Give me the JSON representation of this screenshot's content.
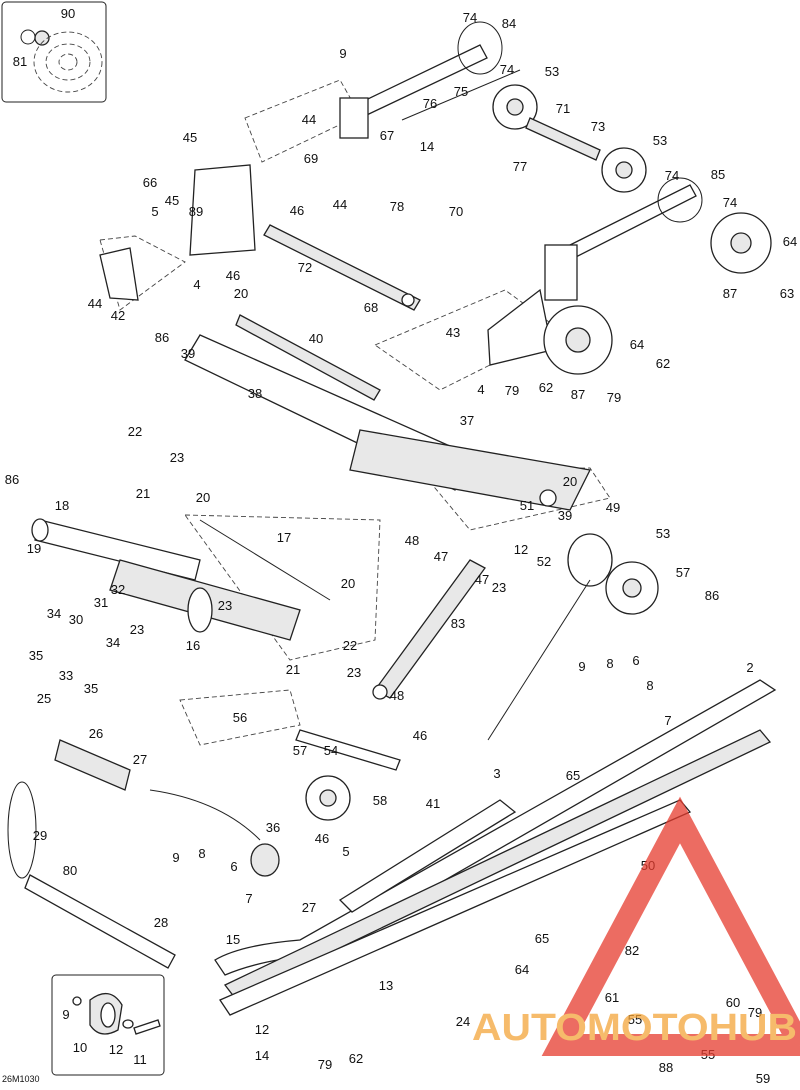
{
  "diagram": {
    "drawing_code": "26M1030",
    "watermark_text": "AUTOMOTOHUB",
    "watermark_colors": {
      "triangle": "#e63b2e",
      "text_orange": "#f4a53a",
      "text_dark": "#888888"
    },
    "labels": [
      {
        "id": "l90",
        "text": "90"
      },
      {
        "id": "l81",
        "text": "81"
      },
      {
        "id": "l74a",
        "text": "74"
      },
      {
        "id": "l84",
        "text": "84"
      },
      {
        "id": "l9a",
        "text": "9"
      },
      {
        "id": "l74b",
        "text": "74"
      },
      {
        "id": "l53a",
        "text": "53"
      },
      {
        "id": "l75",
        "text": "75"
      },
      {
        "id": "l76",
        "text": "76"
      },
      {
        "id": "l71",
        "text": "71"
      },
      {
        "id": "l44a",
        "text": "44"
      },
      {
        "id": "l67",
        "text": "67"
      },
      {
        "id": "l73",
        "text": "73"
      },
      {
        "id": "l14a",
        "text": "14"
      },
      {
        "id": "l53b",
        "text": "53"
      },
      {
        "id": "l45a",
        "text": "45"
      },
      {
        "id": "l69",
        "text": "69"
      },
      {
        "id": "l77",
        "text": "77"
      },
      {
        "id": "l74c",
        "text": "74"
      },
      {
        "id": "l85",
        "text": "85"
      },
      {
        "id": "l66",
        "text": "66"
      },
      {
        "id": "l45b",
        "text": "45"
      },
      {
        "id": "l89",
        "text": "89"
      },
      {
        "id": "l46a",
        "text": "46"
      },
      {
        "id": "l44b",
        "text": "44"
      },
      {
        "id": "l78",
        "text": "78"
      },
      {
        "id": "l70",
        "text": "70"
      },
      {
        "id": "l5a",
        "text": "5"
      },
      {
        "id": "l74d",
        "text": "74"
      },
      {
        "id": "l64a",
        "text": "64"
      },
      {
        "id": "l46b",
        "text": "46"
      },
      {
        "id": "l72",
        "text": "72"
      },
      {
        "id": "l4a",
        "text": "4"
      },
      {
        "id": "l87a",
        "text": "87"
      },
      {
        "id": "l63",
        "text": "63"
      },
      {
        "id": "l44c",
        "text": "44"
      },
      {
        "id": "l20a",
        "text": "20"
      },
      {
        "id": "l68",
        "text": "68"
      },
      {
        "id": "l42",
        "text": "42"
      },
      {
        "id": "l86a",
        "text": "86"
      },
      {
        "id": "l40",
        "text": "40"
      },
      {
        "id": "l43",
        "text": "43"
      },
      {
        "id": "l64b",
        "text": "64"
      },
      {
        "id": "l39a",
        "text": "39"
      },
      {
        "id": "l62a",
        "text": "62"
      },
      {
        "id": "l38",
        "text": "38"
      },
      {
        "id": "l79a",
        "text": "79"
      },
      {
        "id": "l62b",
        "text": "62"
      },
      {
        "id": "l4b",
        "text": "4"
      },
      {
        "id": "l87b",
        "text": "87"
      },
      {
        "id": "l79b",
        "text": "79"
      },
      {
        "id": "l37",
        "text": "37"
      },
      {
        "id": "l22a",
        "text": "22"
      },
      {
        "id": "l23a",
        "text": "23"
      },
      {
        "id": "l21a",
        "text": "21"
      },
      {
        "id": "l86b",
        "text": "86"
      },
      {
        "id": "l18",
        "text": "18"
      },
      {
        "id": "l20b",
        "text": "20"
      },
      {
        "id": "l20c",
        "text": "20"
      },
      {
        "id": "l51",
        "text": "51"
      },
      {
        "id": "l49",
        "text": "49"
      },
      {
        "id": "l19",
        "text": "19"
      },
      {
        "id": "l39b",
        "text": "39"
      },
      {
        "id": "l48a",
        "text": "48"
      },
      {
        "id": "l53c",
        "text": "53"
      },
      {
        "id": "l17",
        "text": "17"
      },
      {
        "id": "l47a",
        "text": "47"
      },
      {
        "id": "l12a",
        "text": "12"
      },
      {
        "id": "l47b",
        "text": "47"
      },
      {
        "id": "l52",
        "text": "52"
      },
      {
        "id": "l57a",
        "text": "57"
      },
      {
        "id": "l23b",
        "text": "23"
      },
      {
        "id": "l86c",
        "text": "86"
      },
      {
        "id": "l20d",
        "text": "20"
      },
      {
        "id": "l32",
        "text": "32"
      },
      {
        "id": "l34a",
        "text": "34"
      },
      {
        "id": "l31",
        "text": "31"
      },
      {
        "id": "l30",
        "text": "30"
      },
      {
        "id": "l23c",
        "text": "23"
      },
      {
        "id": "l23d",
        "text": "23"
      },
      {
        "id": "l83",
        "text": "83"
      },
      {
        "id": "l34b",
        "text": "34"
      },
      {
        "id": "l22b",
        "text": "22"
      },
      {
        "id": "l35a",
        "text": "35"
      },
      {
        "id": "l16",
        "text": "16"
      },
      {
        "id": "l33",
        "text": "33"
      },
      {
        "id": "l21b",
        "text": "21"
      },
      {
        "id": "l35b",
        "text": "35"
      },
      {
        "id": "l9b",
        "text": "9"
      },
      {
        "id": "l8a",
        "text": "8"
      },
      {
        "id": "l6a",
        "text": "6"
      },
      {
        "id": "l2",
        "text": "2"
      },
      {
        "id": "l23e",
        "text": "23"
      },
      {
        "id": "l8b",
        "text": "8"
      },
      {
        "id": "l48b",
        "text": "48"
      },
      {
        "id": "l25",
        "text": "25"
      },
      {
        "id": "l7a",
        "text": "7"
      },
      {
        "id": "l56",
        "text": "56"
      },
      {
        "id": "l26",
        "text": "26"
      },
      {
        "id": "l46c",
        "text": "46"
      },
      {
        "id": "l57b",
        "text": "57"
      },
      {
        "id": "l54",
        "text": "54"
      },
      {
        "id": "l27a",
        "text": "27"
      },
      {
        "id": "l3",
        "text": "3"
      },
      {
        "id": "l65a",
        "text": "65"
      },
      {
        "id": "l41",
        "text": "41"
      },
      {
        "id": "l58",
        "text": "58"
      },
      {
        "id": "l29",
        "text": "29"
      },
      {
        "id": "l36",
        "text": "36"
      },
      {
        "id": "l46d",
        "text": "46"
      },
      {
        "id": "l9c",
        "text": "9"
      },
      {
        "id": "l8c",
        "text": "8"
      },
      {
        "id": "l5b",
        "text": "5"
      },
      {
        "id": "l50",
        "text": "50"
      },
      {
        "id": "l6b",
        "text": "6"
      },
      {
        "id": "l80",
        "text": "80"
      },
      {
        "id": "l7b",
        "text": "7"
      },
      {
        "id": "l27b",
        "text": "27"
      },
      {
        "id": "l65b",
        "text": "65"
      },
      {
        "id": "l28",
        "text": "28"
      },
      {
        "id": "l15",
        "text": "15"
      },
      {
        "id": "l82",
        "text": "82"
      },
      {
        "id": "l64c",
        "text": "64"
      },
      {
        "id": "l13",
        "text": "13"
      },
      {
        "id": "l61",
        "text": "61"
      },
      {
        "id": "l60",
        "text": "60"
      },
      {
        "id": "l79c",
        "text": "79"
      },
      {
        "id": "l55a",
        "text": "55"
      },
      {
        "id": "l9d",
        "text": "9"
      },
      {
        "id": "l24",
        "text": "24"
      },
      {
        "id": "l10",
        "text": "10"
      },
      {
        "id": "l12b",
        "text": "12"
      },
      {
        "id": "l11",
        "text": "11"
      },
      {
        "id": "l12c",
        "text": "12"
      },
      {
        "id": "l88",
        "text": "88"
      },
      {
        "id": "l55b",
        "text": "55"
      },
      {
        "id": "l59",
        "text": "59"
      },
      {
        "id": "l14b",
        "text": "14"
      },
      {
        "id": "l79d",
        "text": "79"
      },
      {
        "id": "l62c",
        "text": "62"
      }
    ]
  }
}
